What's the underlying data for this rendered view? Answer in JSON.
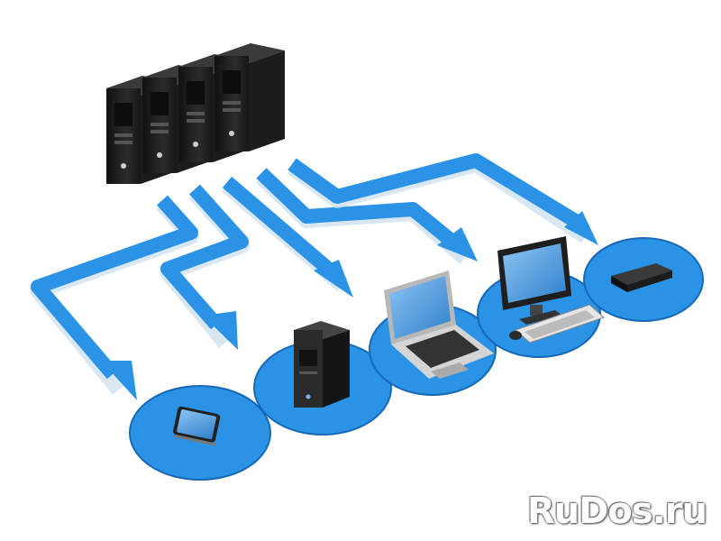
{
  "diagram": {
    "colors": {
      "accent": "#2a93e6",
      "accent_dark": "#1768b5",
      "accent_light": "#5fb2f2",
      "hardware_dark": "#1c1c1c",
      "hardware_mid": "#3a3a3a",
      "screen": "#3f8fd6",
      "background": "#ffffff"
    },
    "source": {
      "name": "server-rack",
      "icon": "server-rack-icon",
      "units": 4
    },
    "nodes": [
      {
        "name": "smartphone",
        "icon": "smartphone-icon"
      },
      {
        "name": "tower-server",
        "icon": "tower-server-icon"
      },
      {
        "name": "laptop",
        "icon": "laptop-icon"
      },
      {
        "name": "desktop-computer",
        "icon": "desktop-computer-icon"
      },
      {
        "name": "set-top-box",
        "icon": "set-top-box-icon"
      }
    ],
    "edges": [
      {
        "from": "server-rack",
        "to": "smartphone"
      },
      {
        "from": "server-rack",
        "to": "tower-server"
      },
      {
        "from": "server-rack",
        "to": "laptop"
      },
      {
        "from": "server-rack",
        "to": "desktop-computer"
      },
      {
        "from": "server-rack",
        "to": "set-top-box"
      }
    ]
  },
  "watermark": {
    "text": "RuDos.ru"
  }
}
